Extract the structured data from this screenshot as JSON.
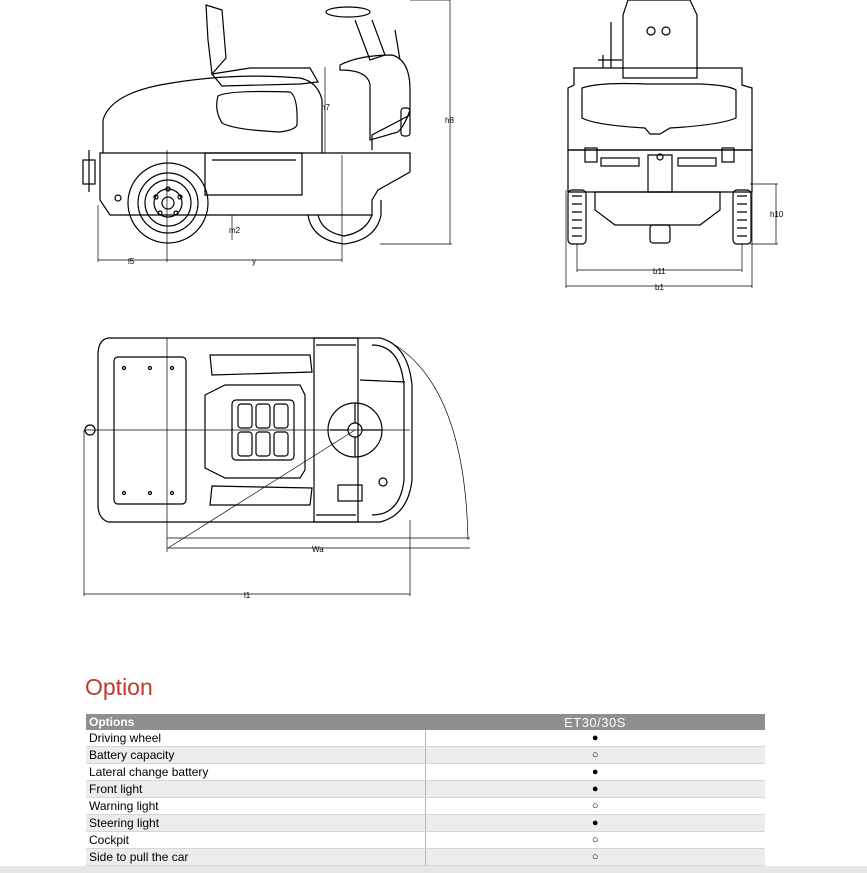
{
  "drawing": {
    "dimension_labels": {
      "h7": "h7",
      "h8": "h8",
      "m2": "m2",
      "l5": "l5",
      "y": "y",
      "h10": "h10",
      "b11": "b11",
      "b1": "b1",
      "wa": "Wa",
      "l1": "l1"
    }
  },
  "section": {
    "title": "Option"
  },
  "options_table": {
    "header": {
      "label": "Options",
      "model": "ET30/30S"
    },
    "rows": [
      {
        "name": "Driving wheel",
        "value": "●"
      },
      {
        "name": "Battery capacity",
        "value": "○"
      },
      {
        "name": "Lateral change battery",
        "value": "●"
      },
      {
        "name": "Front light",
        "value": "●"
      },
      {
        "name": "Warning light",
        "value": "○"
      },
      {
        "name": "Steering light",
        "value": "●"
      },
      {
        "name": "Cockpit",
        "value": "○"
      },
      {
        "name": "Side to pull the car",
        "value": "○"
      }
    ]
  }
}
